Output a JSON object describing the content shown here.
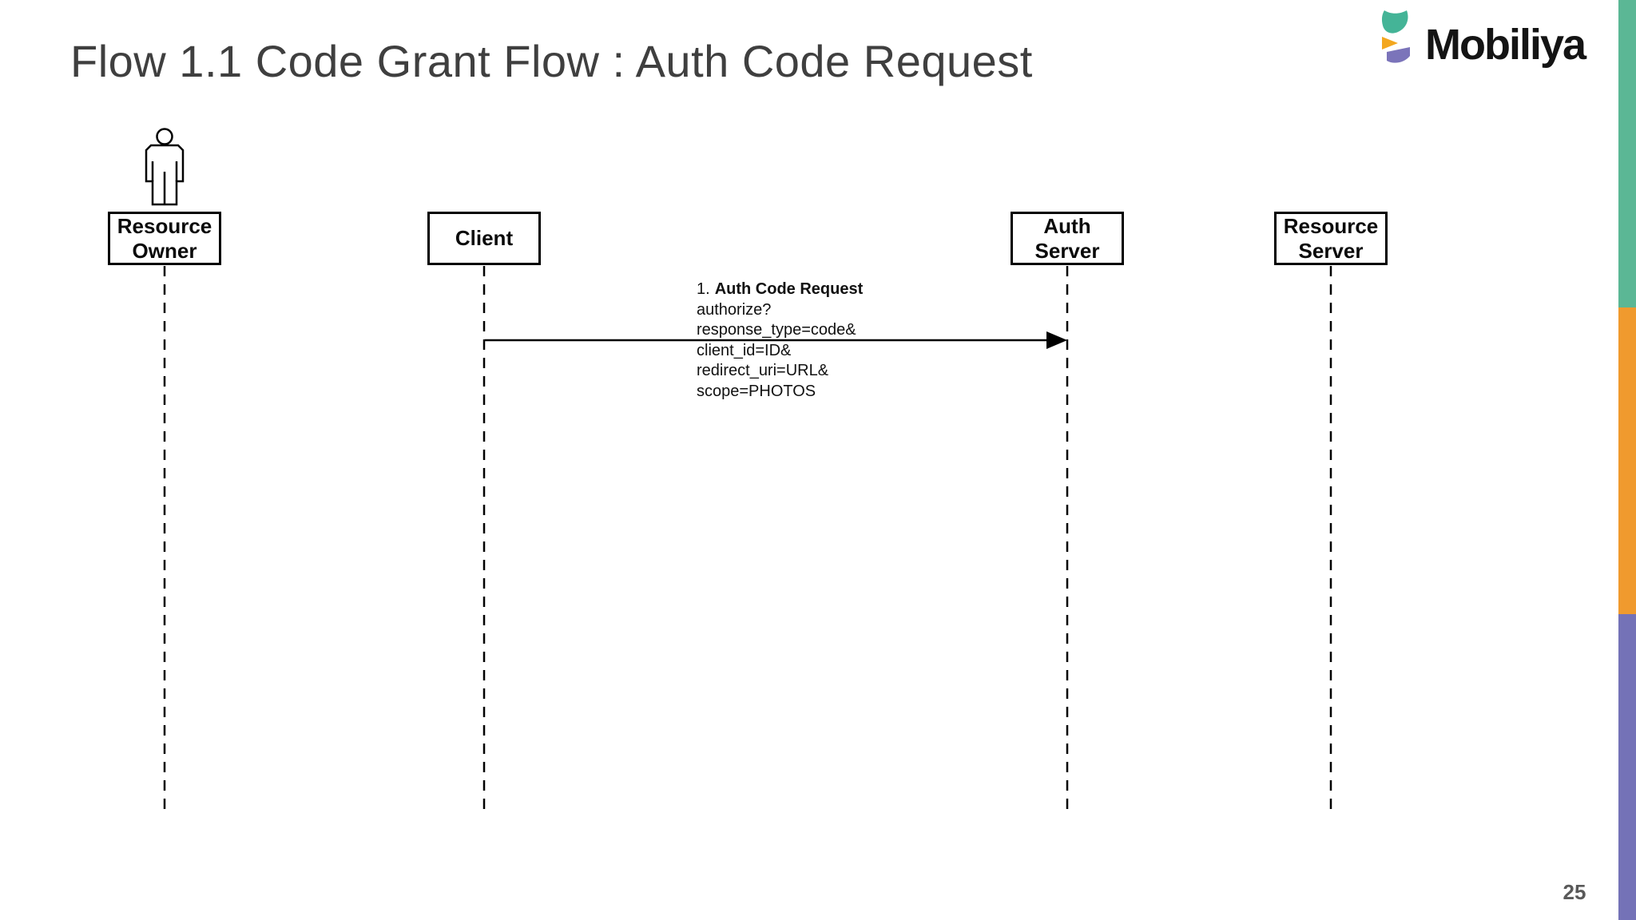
{
  "slide": {
    "title": "Flow 1.1 Code Grant Flow : Auth Code Request",
    "page_number": "25"
  },
  "logo": {
    "text": "Mobiliya",
    "colors": {
      "teal": "#44b497",
      "orange": "#f3a71f",
      "purple": "#7b74ba"
    }
  },
  "colors": {
    "accent_teal": "#5bb795",
    "accent_orange": "#f09a2e",
    "accent_purple": "#7472b7"
  },
  "diagram": {
    "actors": [
      {
        "id": "resource-owner",
        "label_lines": [
          "Resource",
          "Owner"
        ]
      },
      {
        "id": "client",
        "label_lines": [
          "Client"
        ]
      },
      {
        "id": "auth-server",
        "label_lines": [
          "Auth",
          "Server"
        ]
      },
      {
        "id": "resource-server",
        "label_lines": [
          "Resource",
          "Server"
        ]
      }
    ],
    "message": {
      "number": "1.",
      "title": "Auth Code Request",
      "params": [
        "authorize?",
        "response_type=code&",
        "client_id=ID&",
        "redirect_uri=URL&",
        "scope=PHOTOS"
      ],
      "from": "Client",
      "to": "Auth Server"
    }
  }
}
